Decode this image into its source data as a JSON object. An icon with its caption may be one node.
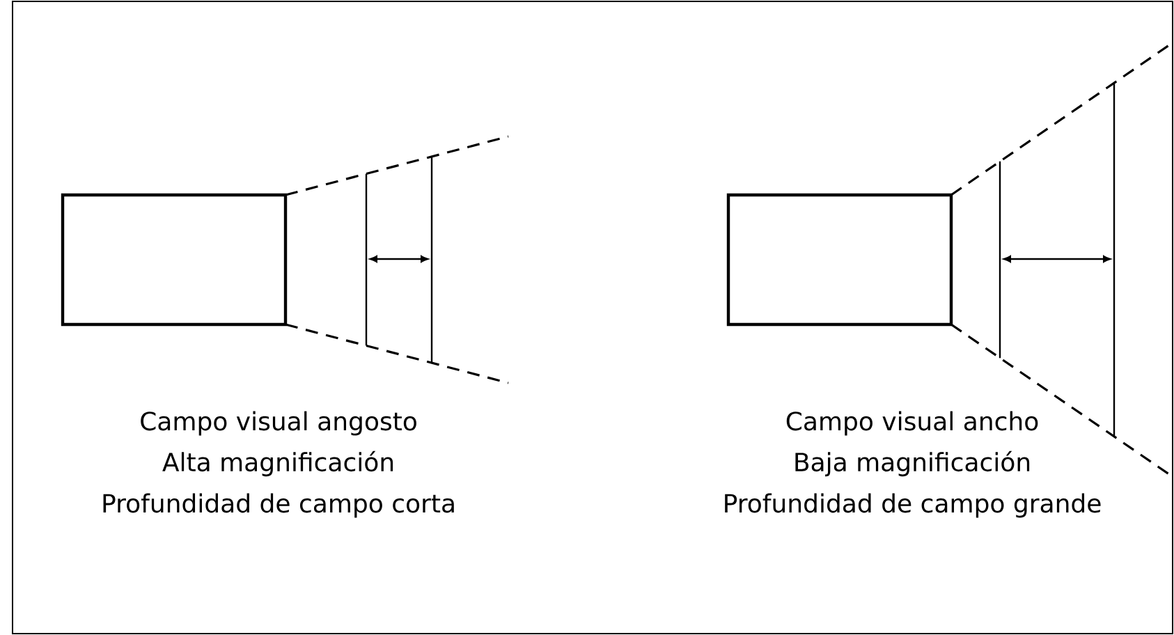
{
  "diagram": {
    "labels": [
      "Campo visual angosto",
      "Alta magnificación",
      "Profundidad de campo corta",
      "Campo visual ancho",
      "Baja magnificación",
      "Profundidad de campo grande"
    ]
  }
}
